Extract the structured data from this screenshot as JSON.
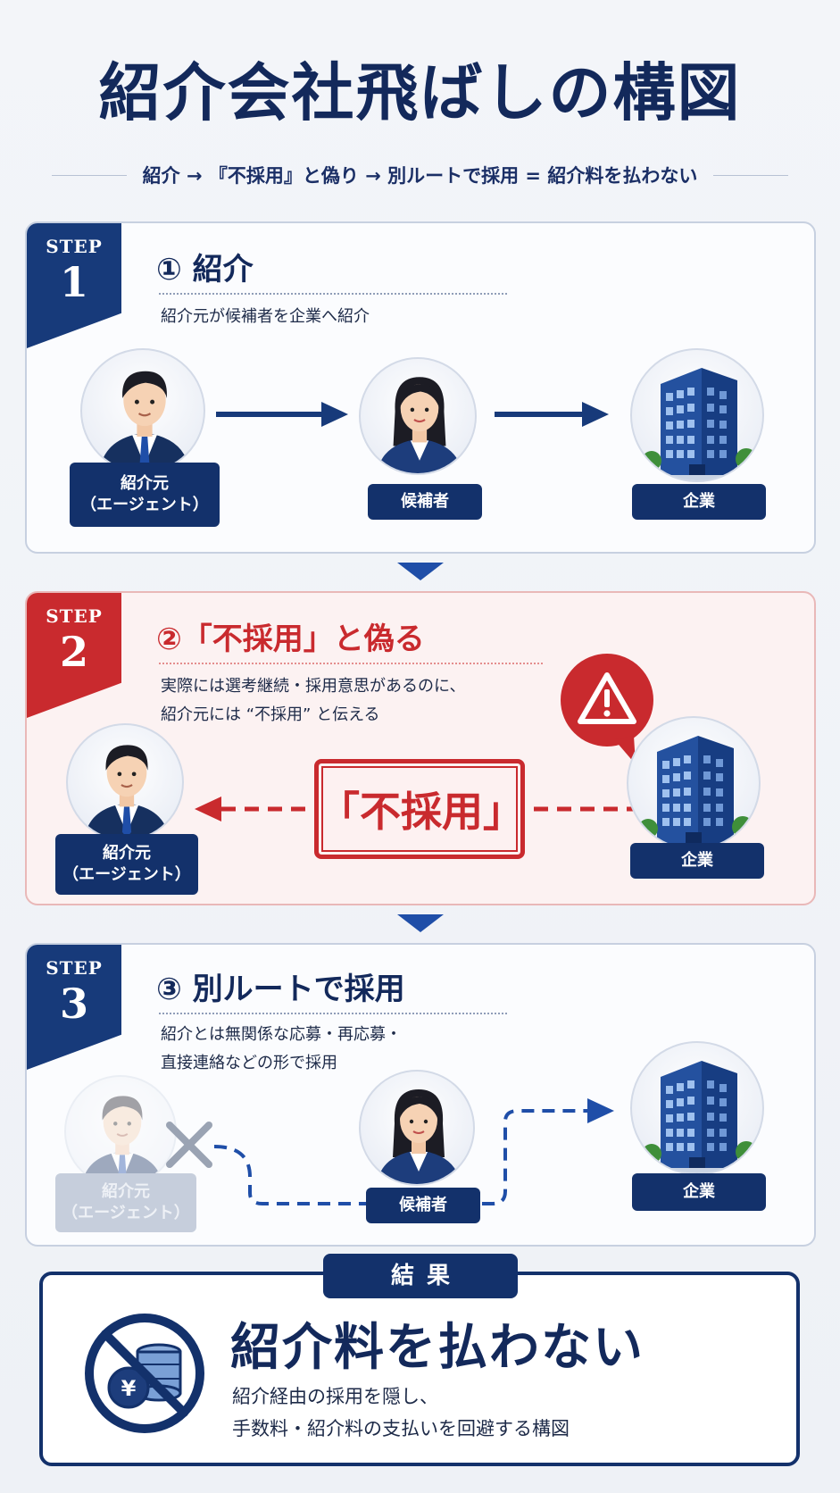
{
  "header": {
    "title": "紹介会社飛ばしの構図",
    "subtitle": "紹介 → 『不採用』と偽り → 別ルートで採用 = 紹介料を払わない"
  },
  "step1": {
    "step_word": "STEP",
    "step_num": "1",
    "title": "① 紹介",
    "desc": "紹介元が候補者を企業へ紹介",
    "agent_label_1": "紹介元",
    "agent_label_2": "（エージェント）",
    "candidate_label": "候補者",
    "company_label": "企業"
  },
  "step2": {
    "step_word": "STEP",
    "step_num": "2",
    "title": "②「不採用」と偽る",
    "desc_1": "実際には選考継続・採用意思があるのに、",
    "desc_2": "紹介元には “不採用” と伝える",
    "stamp": "「不採用」",
    "agent_label_1": "紹介元",
    "agent_label_2": "（エージェント）",
    "company_label": "企業"
  },
  "step3": {
    "step_word": "STEP",
    "step_num": "3",
    "title": "③ 別ルートで採用",
    "desc_1": "紹介とは無関係な応募・再応募・",
    "desc_2": "直接連絡などの形で採用",
    "agent_label_1": "紹介元",
    "agent_label_2": "（エージェント）",
    "candidate_label": "候補者",
    "company_label": "企業"
  },
  "result": {
    "tag": "結果",
    "main": "紹介料を払わない",
    "desc_1": "紹介経由の採用を隠し、",
    "desc_2": "手数料・紹介料の支払いを回避する構図"
  },
  "colors": {
    "navy": "#13316b",
    "accent_blue": "#1f4ea8",
    "warning_red": "#c92a2e"
  }
}
